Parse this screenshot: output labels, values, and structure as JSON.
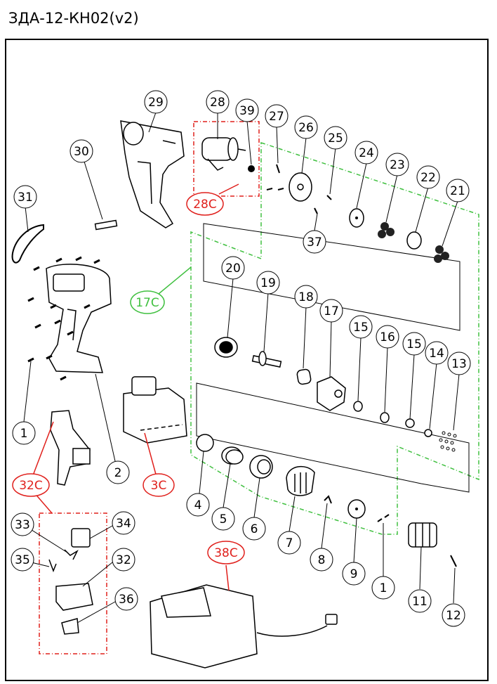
{
  "title": "ЗДА-12-КН02(v2)",
  "colors": {
    "black": "#000000",
    "red": "#e0201c",
    "green": "#40c040",
    "part": "#ffffff"
  },
  "labels": {
    "n29": "29",
    "n28": "28",
    "n39": "39",
    "n27": "27",
    "n26": "26",
    "n25": "25",
    "n24": "24",
    "n23": "23",
    "n22": "22",
    "n21": "21",
    "n30": "30",
    "n31": "31",
    "n37": "37",
    "n20": "20",
    "n19": "19",
    "n18": "18",
    "n17": "17",
    "n15a": "15",
    "n16": "16",
    "n15b": "15",
    "n14": "14",
    "n13": "13",
    "n1a": "1",
    "n2": "2",
    "n4": "4",
    "n5": "5",
    "n6": "6",
    "n7": "7",
    "n8": "8",
    "n9": "9",
    "n1b": "1",
    "n11": "11",
    "n12": "12",
    "n33": "33",
    "n34": "34",
    "n35": "35",
    "n32": "32",
    "n36": "36",
    "n28c": "28C",
    "n17c": "17C",
    "n32c": "32C",
    "n3c": "3C",
    "n38c": "38C"
  }
}
